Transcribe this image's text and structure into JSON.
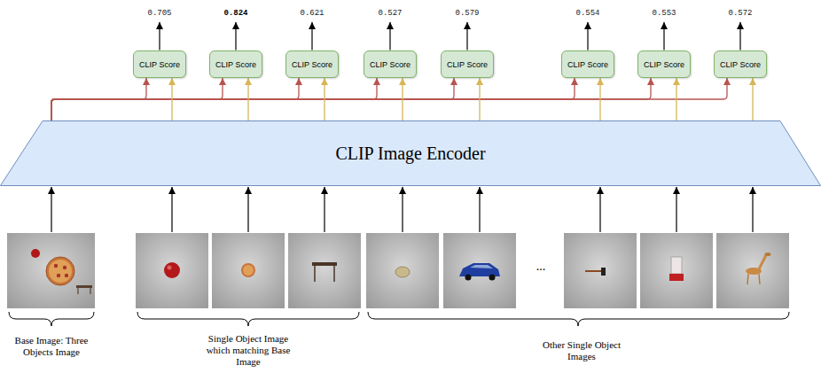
{
  "diagram": {
    "nodes": [
      {
        "text": [
          "CLIP Score"
        ]
      },
      {
        "text": [
          "CLIP Score"
        ]
      },
      {
        "text": [
          "CLIP Score"
        ]
      },
      {
        "text": [
          "CLIP Score"
        ]
      },
      {
        "text": [
          "CLIP Score"
        ]
      },
      {
        "text": [
          "CLIP Score"
        ]
      },
      {
        "text": [
          "CLIP Score"
        ]
      },
      {
        "text": [
          "CLIP Score"
        ]
      },
      {
        "text": [
          "CLIP Image Encoder"
        ]
      }
    ],
    "edges": [
      {
        "from": 8,
        "to": 0,
        "arrow": "to"
      },
      {
        "from": 8,
        "to": 1,
        "arrow": "to"
      },
      {
        "from": 8,
        "to": 2,
        "arrow": "to"
      },
      {
        "from": 8,
        "to": 3,
        "arrow": "to"
      },
      {
        "from": 8,
        "to": 4,
        "arrow": "to"
      },
      {
        "from": 8,
        "to": 5,
        "arrow": "to"
      },
      {
        "from": 8,
        "to": 6,
        "arrow": "to"
      },
      {
        "from": 8,
        "to": 7,
        "arrow": "to"
      },
      {
        "from": 8,
        "to": 0,
        "arrow": "to"
      },
      {
        "from": 8,
        "to": 1,
        "arrow": "to"
      },
      {
        "from": 8,
        "to": 2,
        "arrow": "to"
      },
      {
        "from": 8,
        "to": 3,
        "arrow": "to"
      },
      {
        "from": 8,
        "to": 4,
        "arrow": "to"
      },
      {
        "from": 8,
        "to": 5,
        "arrow": "to"
      },
      {
        "from": 8,
        "to": 6,
        "arrow": "to"
      },
      {
        "from": 8,
        "to": 7,
        "arrow": "to"
      }
    ],
    "labels": [
      "0.705",
      "0.824",
      "0.621",
      "0.527",
      "0.579",
      "0.554",
      "0.553",
      "0.572",
      "...",
      "Base Image: Three Objects Image",
      "Single Object Image which matching Base Image",
      "Other Single Object Images"
    ]
  }
}
